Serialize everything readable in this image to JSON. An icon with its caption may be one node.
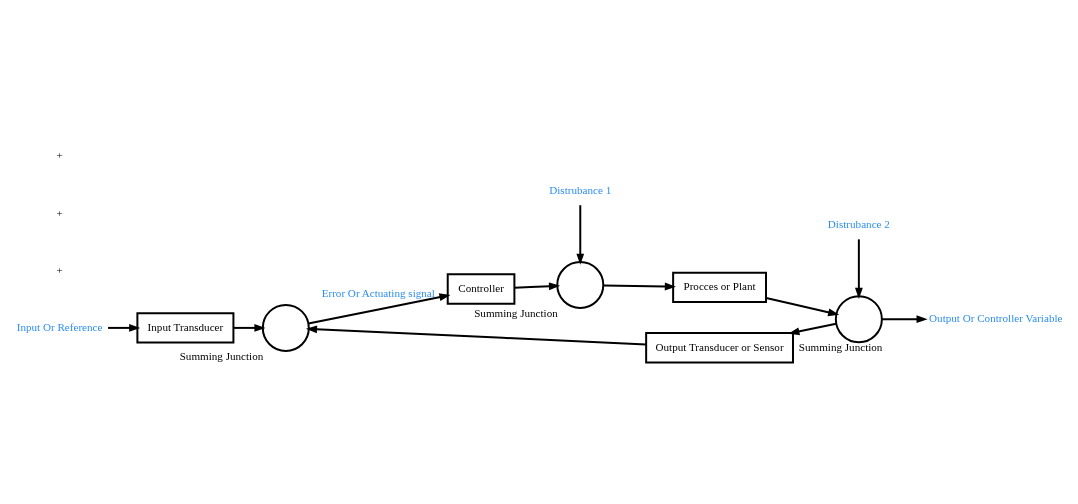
{
  "diagram": {
    "nodes": [
      {
        "text": [
          "Input Or Reference"
        ]
      },
      {
        "text": [
          "Input Transducer"
        ]
      },
      {
        "text": [],
        "shape": "circle",
        "beside": [
          "Summing Junction"
        ]
      },
      {
        "text": [
          "Controller"
        ]
      },
      {
        "text": [],
        "shape": "circle",
        "beside": [
          "Summing Junction"
        ]
      },
      {
        "text": [
          "Procces or Plant"
        ]
      },
      {
        "text": [],
        "shape": "circle",
        "beside": [
          "Summing Junction"
        ]
      },
      {
        "text": [
          "Distrubance 1"
        ]
      },
      {
        "text": [
          "Distrubance 2"
        ]
      },
      {
        "text": [
          "Output Or Controller Variable"
        ]
      },
      {
        "text": [
          "Output Transducer or Sensor"
        ]
      }
    ],
    "edges": [
      {
        "from": 0,
        "to": 1,
        "arrow": "to"
      },
      {
        "from": 1,
        "to": 2,
        "arrow": "to"
      },
      {
        "from": 2,
        "to": 3,
        "arrow": "to",
        "label": "Error Or Actuating signal"
      },
      {
        "from": 3,
        "to": 4,
        "arrow": "to"
      },
      {
        "from": 7,
        "to": 4,
        "arrow": "to"
      },
      {
        "from": 4,
        "to": 5,
        "arrow": "to"
      },
      {
        "from": 5,
        "to": 6,
        "arrow": "to"
      },
      {
        "from": 8,
        "to": 6,
        "arrow": "to"
      },
      {
        "from": 6,
        "to": 9,
        "arrow": "to"
      },
      {
        "from": 6,
        "to": 10,
        "arrow": "to"
      },
      {
        "from": 10,
        "to": 2,
        "arrow": "to"
      }
    ],
    "labels": [
      "+",
      "+",
      "+"
    ]
  }
}
